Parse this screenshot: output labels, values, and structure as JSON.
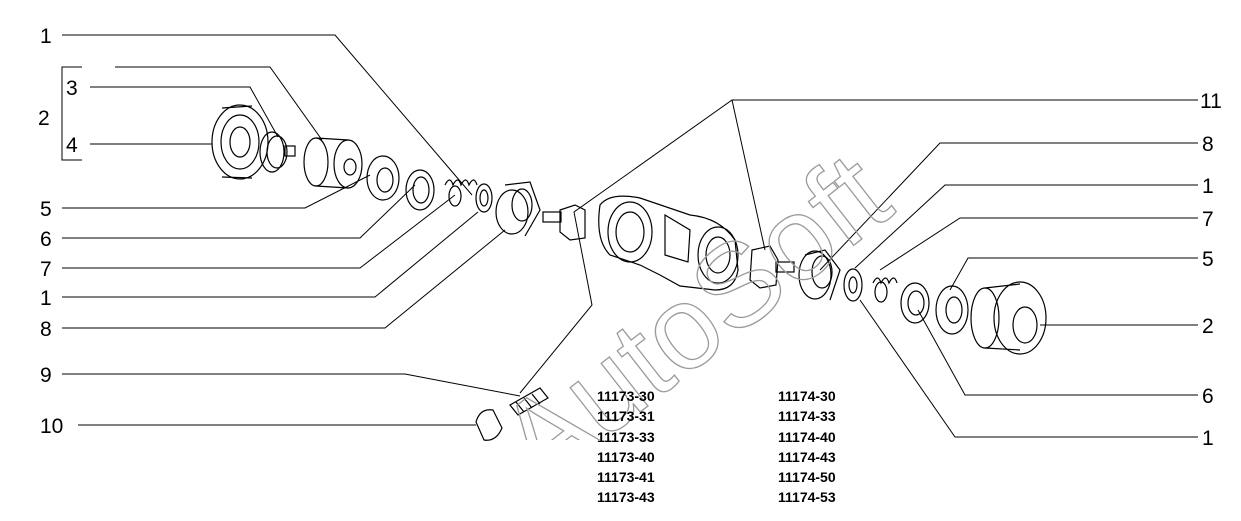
{
  "callouts": {
    "left": [
      "1",
      "3",
      "2",
      "4",
      "5",
      "6",
      "7",
      "1",
      "8",
      "9",
      "10"
    ],
    "right": [
      "11",
      "8",
      "1",
      "7",
      "5",
      "2",
      "6",
      "1"
    ]
  },
  "codes": {
    "col1": [
      "11173-30",
      "11173-31",
      "11173-33",
      "11173-40",
      "11173-41",
      "11173-43"
    ],
    "col2": [
      "11174-30",
      "11174-33",
      "11174-40",
      "11174-43",
      "11174-50",
      "11174-53"
    ]
  },
  "watermark": "AutoSoft"
}
